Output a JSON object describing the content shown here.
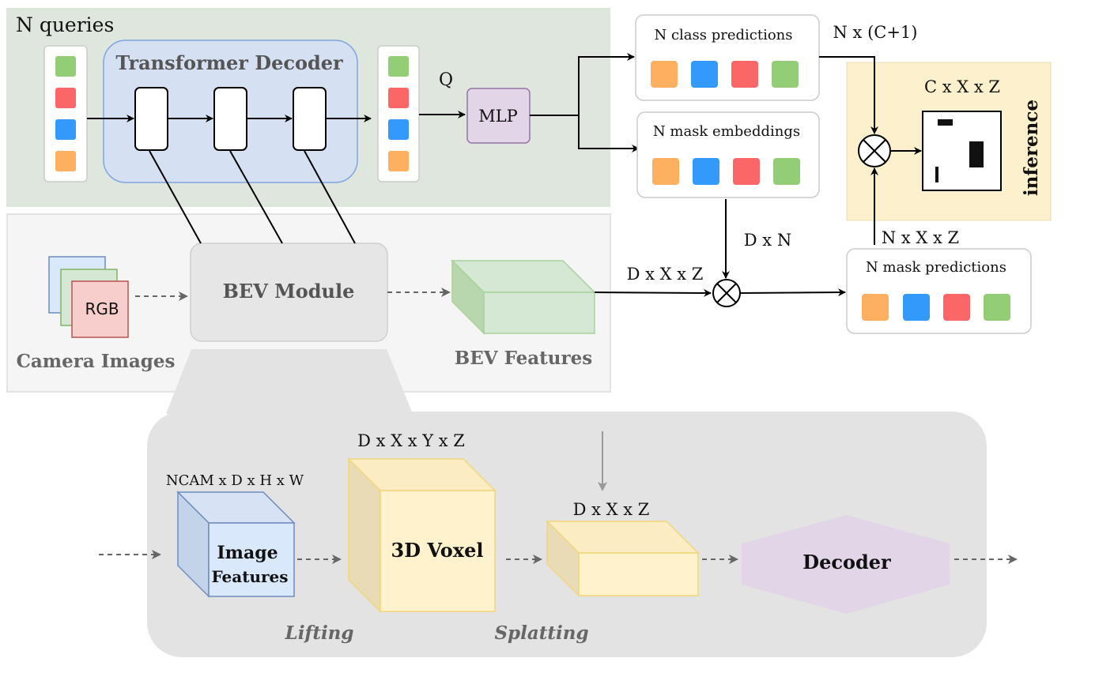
{
  "queries_panel": {
    "label": "N queries"
  },
  "transformer": {
    "label": "Transformer Decoder"
  },
  "q_label": "Q",
  "mlp": {
    "label": "MLP"
  },
  "class_predictions": {
    "label": "N class predictions",
    "dims": "N x (C+1)"
  },
  "mask_embeddings": {
    "label": "N mask embeddings",
    "dims": "D x N"
  },
  "mask_predictions": {
    "label": "N mask predictions",
    "dims": "N x X x Z"
  },
  "inference": {
    "label": "inference",
    "dims": "C x X x Z"
  },
  "camera": {
    "rgb": "RGB",
    "label": "Camera Images"
  },
  "bev_module": {
    "label": "BEV Module"
  },
  "bev_features": {
    "label": "BEV Features",
    "dims": "D x X x Z"
  },
  "detail": {
    "image_features": {
      "line1": "Image",
      "line2": "Features",
      "dims": "NCAM x D x H x W"
    },
    "voxel": {
      "label": "3D Voxel",
      "dims": "D x X x Y x Z"
    },
    "splat": {
      "dims": "D x X x Z"
    },
    "decoder": {
      "label": "Decoder"
    },
    "lifting": "Lifting",
    "splatting": "Splatting"
  },
  "colors": {
    "green": "#93ce77",
    "red": "#fb6767",
    "blue": "#3399fb",
    "orange": "#fdb060"
  }
}
